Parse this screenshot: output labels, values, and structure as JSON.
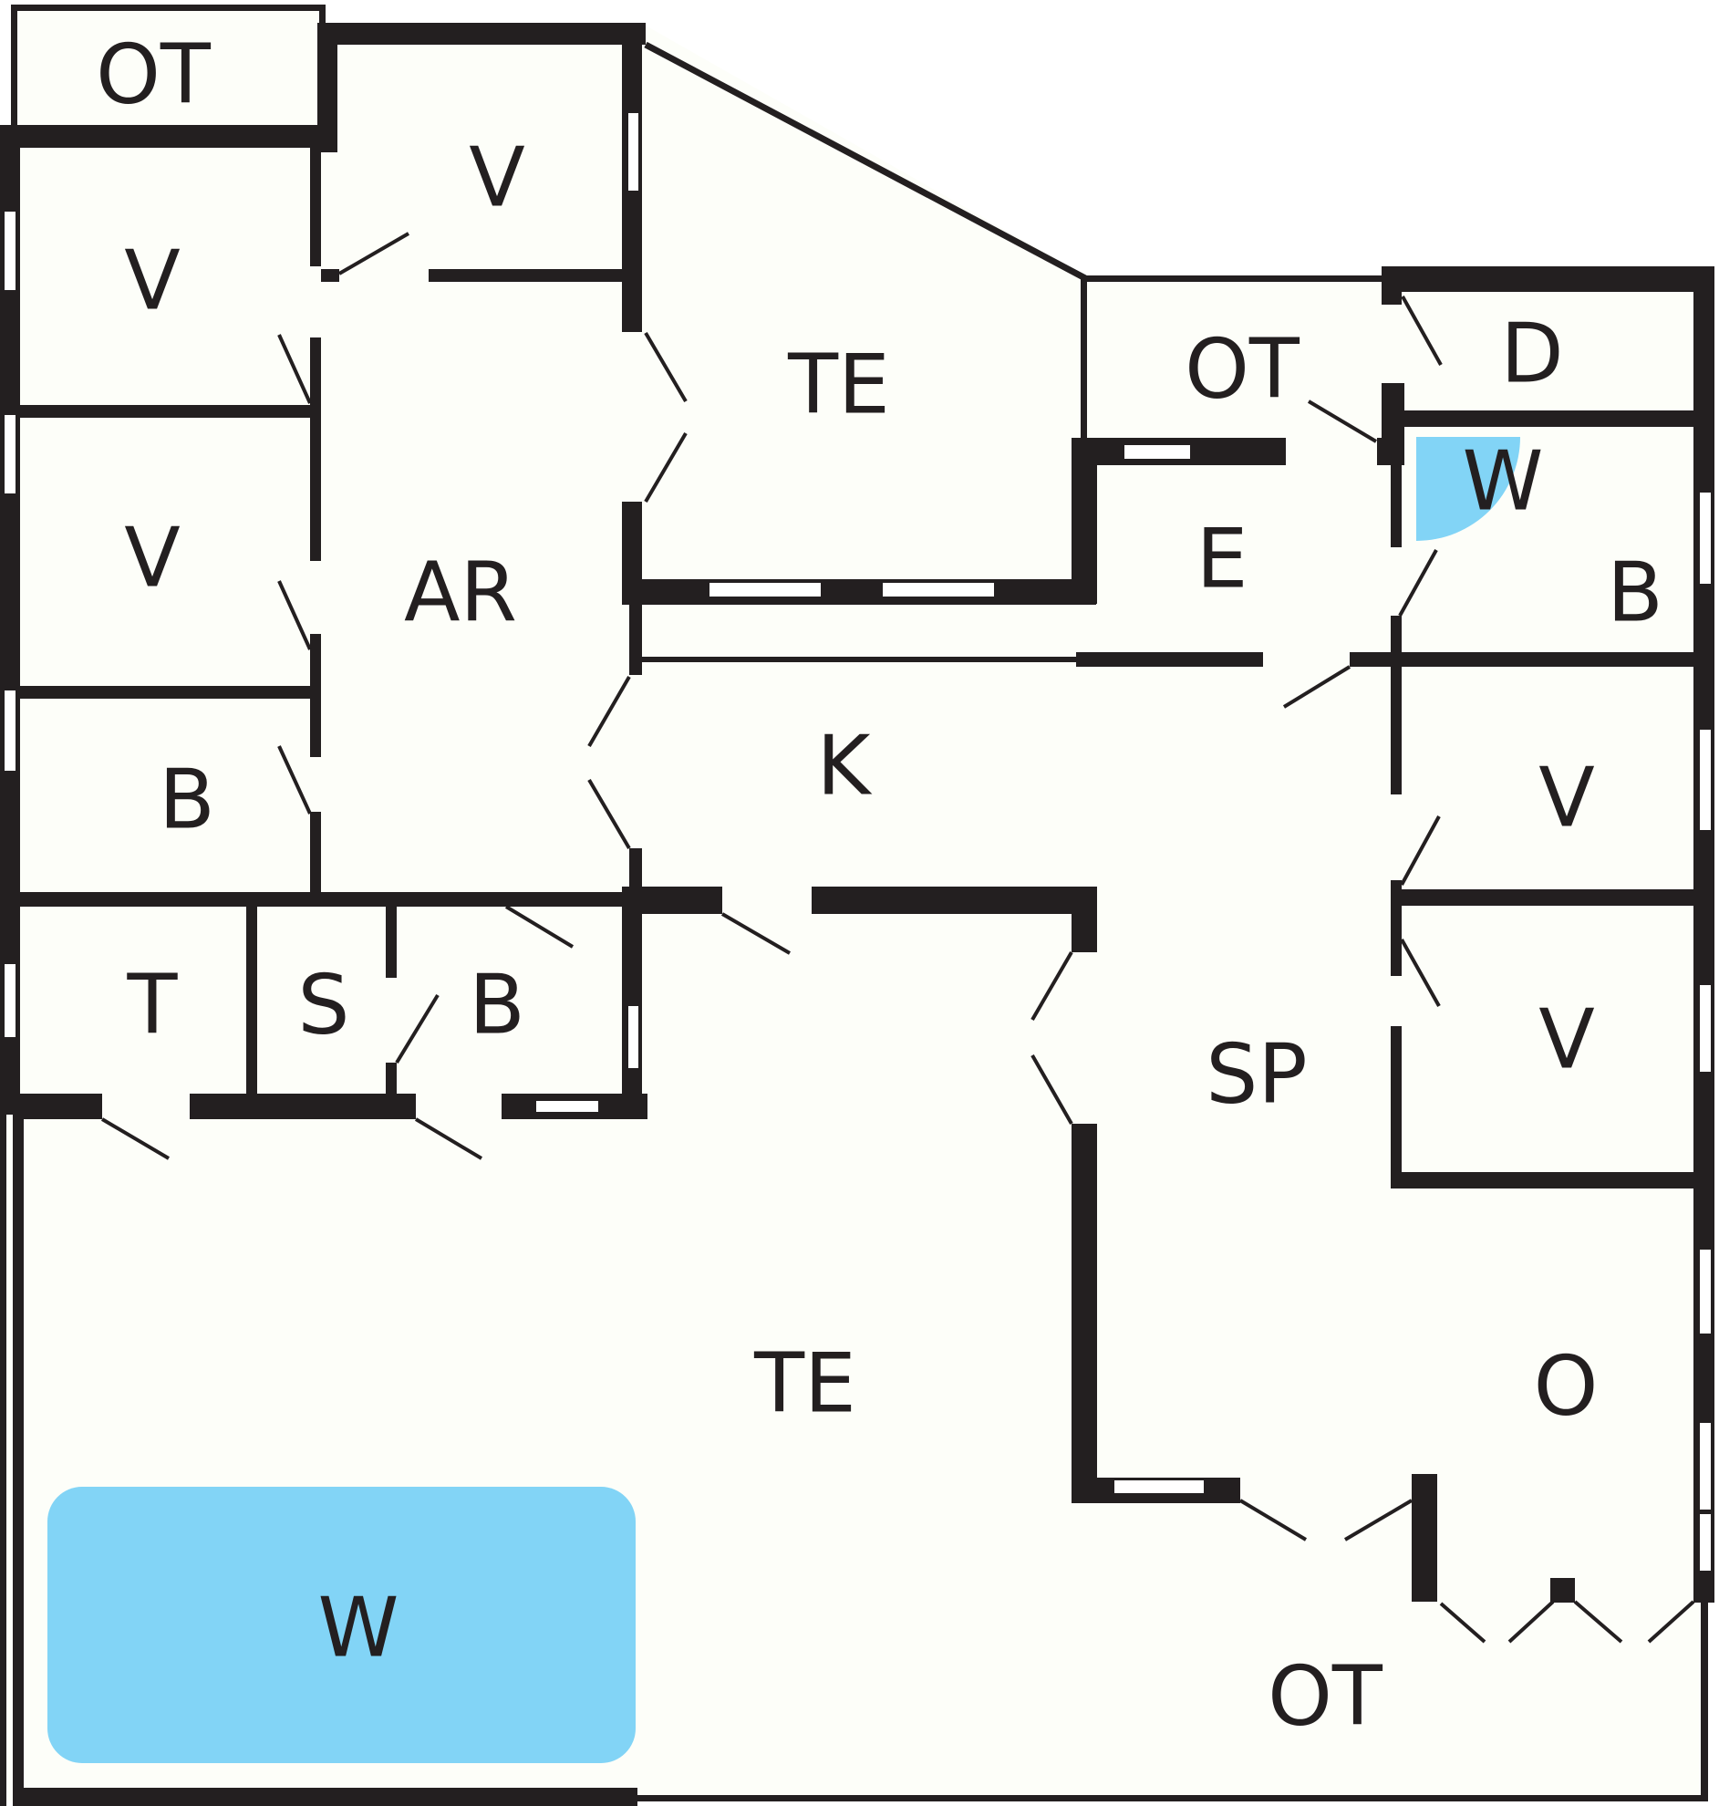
{
  "colors": {
    "wall": "#231f20",
    "floor": "#fdfef9",
    "water": "#82d4f6",
    "background": "#ffffff"
  },
  "rooms": [
    {
      "id": "ot-top-left",
      "label": "OT"
    },
    {
      "id": "v-top-center",
      "label": "V"
    },
    {
      "id": "v-left-1",
      "label": "V"
    },
    {
      "id": "te-top",
      "label": "TE"
    },
    {
      "id": "ot-top-right",
      "label": "OT"
    },
    {
      "id": "d",
      "label": "D"
    },
    {
      "id": "v-left-2",
      "label": "V"
    },
    {
      "id": "ar",
      "label": "AR"
    },
    {
      "id": "e",
      "label": "E"
    },
    {
      "id": "w-small",
      "label": "W"
    },
    {
      "id": "b-right",
      "label": "B"
    },
    {
      "id": "b-left",
      "label": "B"
    },
    {
      "id": "k",
      "label": "K"
    },
    {
      "id": "v-right-1",
      "label": "V"
    },
    {
      "id": "t",
      "label": "T"
    },
    {
      "id": "s",
      "label": "S"
    },
    {
      "id": "b-bottom",
      "label": "B"
    },
    {
      "id": "sp",
      "label": "SP"
    },
    {
      "id": "v-right-2",
      "label": "V"
    },
    {
      "id": "te-bottom",
      "label": "TE"
    },
    {
      "id": "o",
      "label": "O"
    },
    {
      "id": "w-pool",
      "label": "W"
    },
    {
      "id": "ot-bottom",
      "label": "OT"
    }
  ]
}
